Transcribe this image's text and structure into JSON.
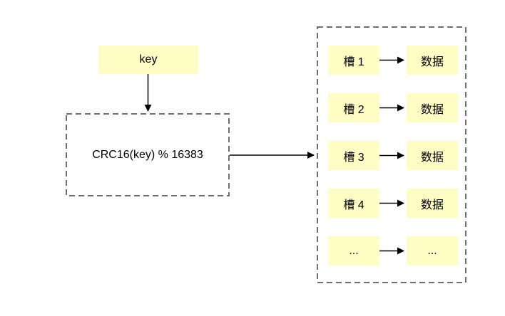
{
  "colors": {
    "canvas-bg": "#FFFFFF",
    "node-fill": "#FFFDC4",
    "dash-border": "#6F6F6F",
    "arrow": "#000000",
    "text": "#000000"
  },
  "nodes": {
    "key_label": "key",
    "hash_formula": "CRC16(key) % 16383"
  },
  "slot_table": {
    "rows": [
      {
        "slot": "槽 1",
        "data": "数据"
      },
      {
        "slot": "槽 2",
        "data": "数据"
      },
      {
        "slot": "槽 3",
        "data": "数据"
      },
      {
        "slot": "槽 4",
        "data": "数据"
      },
      {
        "slot": "...",
        "data": "..."
      }
    ]
  }
}
